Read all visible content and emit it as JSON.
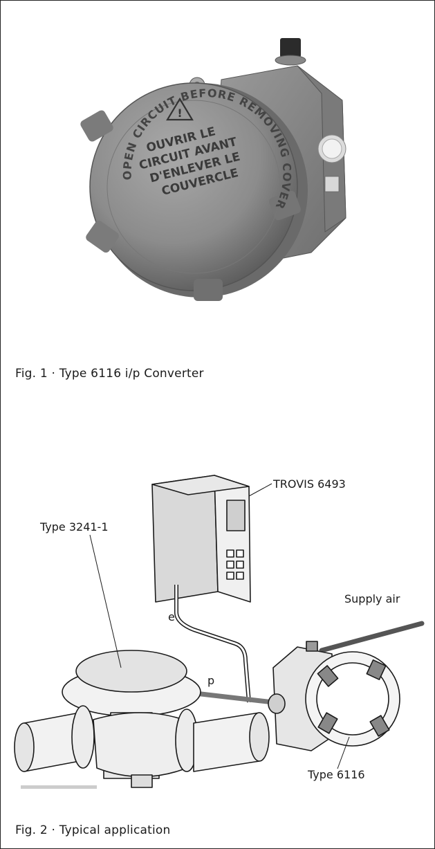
{
  "figure1": {
    "caption": "Fig. 1 · Type 6116 i/p Converter",
    "cover_text_ring": "OPEN CIRCUIT BEFORE REMOVING COVER",
    "cover_text_center": [
      "OUVRIR LE",
      "CIRCUIT AVANT",
      "D'ENLEVER LE",
      "COUVERCLE"
    ]
  },
  "figure2": {
    "caption": "Fig. 2 · Typical application",
    "labels": {
      "controller": "TROVIS 6493",
      "actuator_valve": "Type 3241-1",
      "supply_air": "Supply air",
      "signal_e": "e",
      "signal_p": "p",
      "converter": "Type 6116"
    }
  }
}
